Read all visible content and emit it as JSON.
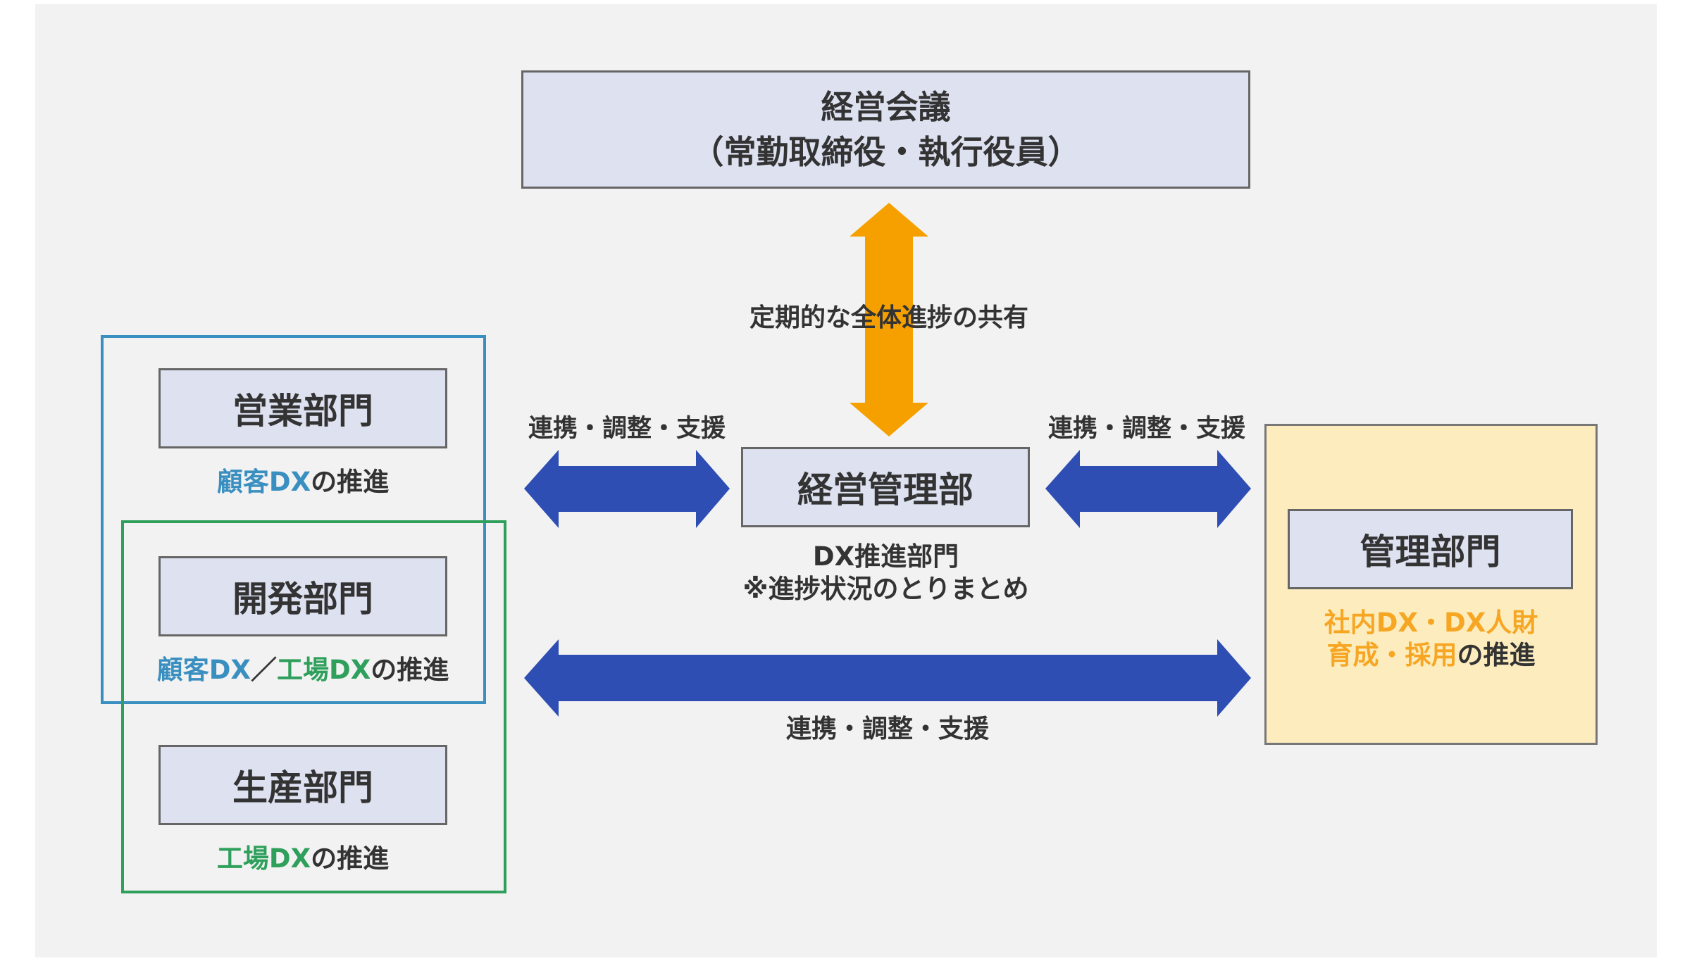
{
  "top_box": {
    "line1": "経営会議",
    "line2": "（常勤取締役・執行役員）"
  },
  "center_box": {
    "label": "経営管理部"
  },
  "center_caption": {
    "line1": "DX推進部門",
    "line2": "※進捗状況のとりまとめ"
  },
  "vertical_arrow_label": "定期的な全体進捗の共有",
  "left_arrow_label": "連携・調整・支援",
  "right_arrow_label": "連携・調整・支援",
  "bottom_arrow_label": "連携・調整・支援",
  "sales": {
    "label": "営業部門",
    "note_hl": "顧客DX",
    "note_rest": "の推進"
  },
  "dev": {
    "label": "開発部門",
    "note_hl1": "顧客DX",
    "note_sep": "／",
    "note_hl2": "工場DX",
    "note_rest": "の推進"
  },
  "prod": {
    "label": "生産部門",
    "note_hl": "工場DX",
    "note_rest": "の推進"
  },
  "admin": {
    "label": "管理部門",
    "note_line1": "社内DX・DX人財",
    "note_line2_hl": "育成・採用",
    "note_line2_rest": "の推進"
  },
  "colors": {
    "blue_arrow": "#2e4eb3",
    "orange_arrow": "#f6a000",
    "frame_blue": "#3a8fc1",
    "frame_green": "#2fa05c",
    "admin_fill": "#fdedbe",
    "box_fill": "#dde1f0"
  }
}
